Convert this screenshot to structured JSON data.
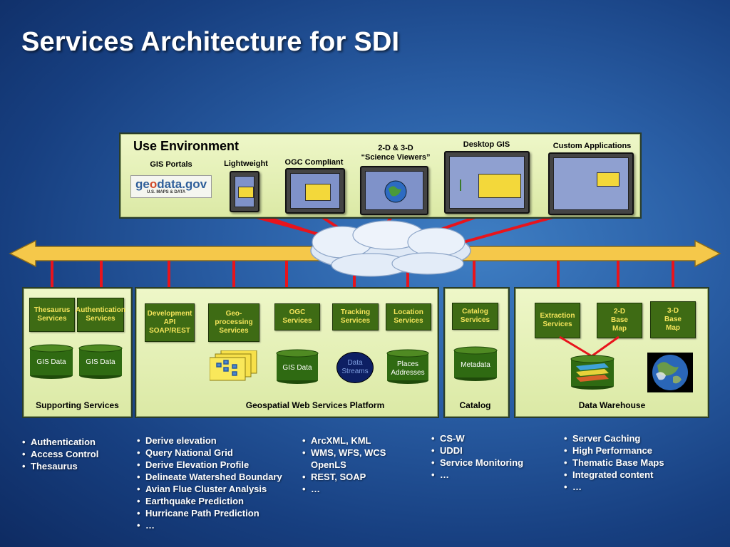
{
  "title": "Services Architecture for SDI",
  "use_environment": {
    "heading": "Use Environment",
    "clients": [
      {
        "label": "GIS Portals"
      },
      {
        "label": "Lightweight"
      },
      {
        "label": "OGC Compliant"
      },
      {
        "label_line1": "2-D & 3-D",
        "label_line2": "“Science Viewers”"
      },
      {
        "label": "Desktop GIS"
      },
      {
        "label": "Custom Applications"
      }
    ],
    "logo": {
      "main_left": "ge",
      "main_o": "o",
      "main_right": "data.gov",
      "sub": "U.S. MAPS & DATA"
    }
  },
  "panels": {
    "supporting": {
      "label": "Supporting Services",
      "services": [
        {
          "line1": "Thesaurus",
          "line2": "Services"
        },
        {
          "line1": "Authentication",
          "line2": "Services"
        }
      ],
      "stores": [
        "GIS Data",
        "GIS Data"
      ]
    },
    "platform": {
      "label": "Geospatial Web Services Platform",
      "services": [
        {
          "line1": "Development",
          "line2": "API",
          "line3": "SOAP/REST"
        },
        {
          "line1": "Geo-",
          "line2": "processing",
          "line3": "Services"
        },
        {
          "line1": "OGC",
          "line2": "Services"
        },
        {
          "line1": "Tracking",
          "line2": "Services"
        },
        {
          "line1": "Location",
          "line2": "Services"
        }
      ],
      "stores": {
        "gis_data": "GIS Data",
        "streams_line1": "Data",
        "streams_line2": "Streams",
        "places_line1": "Places",
        "places_line2": "Addresses"
      }
    },
    "catalog": {
      "label": "Catalog",
      "service": {
        "line1": "Catalog",
        "line2": "Services"
      },
      "store": "Metadata"
    },
    "warehouse": {
      "label": "Data Warehouse",
      "services": [
        {
          "line1": "Extraction",
          "line2": "Services"
        },
        {
          "line1": "2-D",
          "line2": "Base",
          "line3": "Map"
        },
        {
          "line1": "3-D",
          "line2": "Base",
          "line3": "Map"
        }
      ]
    }
  },
  "bullets": {
    "supporting": [
      "Authentication",
      "Access Control",
      "Thesaurus"
    ],
    "platform": [
      "Derive elevation",
      "Query National Grid",
      "Derive Elevation Profile",
      "Delineate Watershed Boundary",
      "Avian Flue Cluster Analysis",
      "Earthquake Prediction",
      "Hurricane Path Prediction",
      "…"
    ],
    "ogc": [
      "ArcXML, KML",
      "WMS, WFS, WCS OpenLS",
      "REST, SOAP",
      "…"
    ],
    "catalog": [
      "CS-W",
      "UDDI",
      "Service Monitoring",
      "…"
    ],
    "warehouse": [
      "Server Caching",
      "High Performance",
      "Thematic Base Maps",
      "Integrated content",
      "…"
    ]
  },
  "colors": {
    "connector": "#e8141c",
    "bus": "#f5c84a",
    "service_box": "#3e6b14",
    "service_text": "#f4e45a",
    "cylinder": "#2f6a12",
    "panel": "#e3eeb3"
  }
}
